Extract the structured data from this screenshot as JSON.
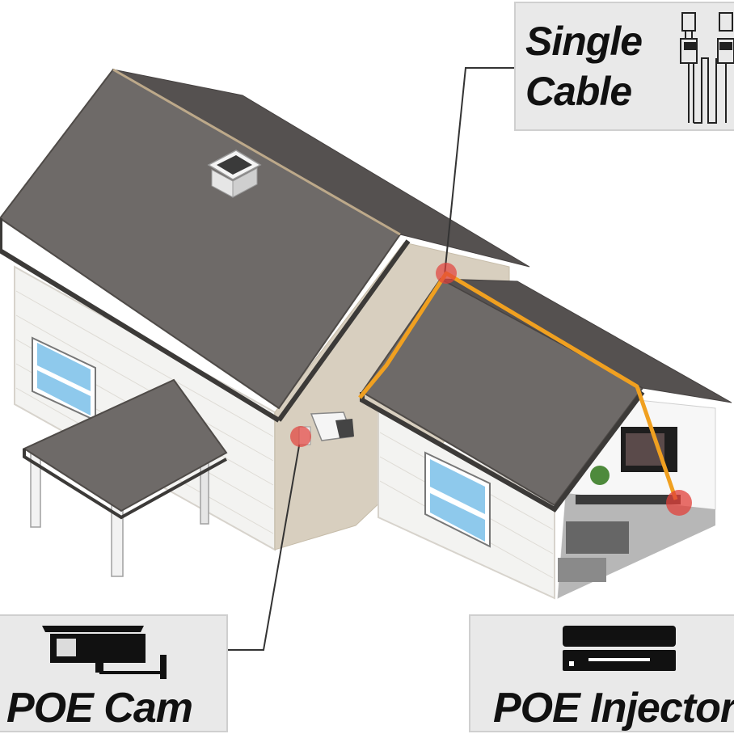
{
  "labels": {
    "single_cable_line1": "Single",
    "single_cable_line2": "Cable",
    "poe_cam": "POE Cam",
    "poe_injector": "POE Injector"
  },
  "icons": {
    "cable_box": "ethernet-cable-icon",
    "cam_box": "security-camera-icon",
    "injector_box": "poe-injector-icon"
  },
  "colors": {
    "cable": "#f0a020",
    "connection_point": "#e2403a",
    "roof": "#6e6a68",
    "wall": "#f2f2f0",
    "window": "#8ec9ec",
    "callout_bg": "#e9e9e9"
  }
}
